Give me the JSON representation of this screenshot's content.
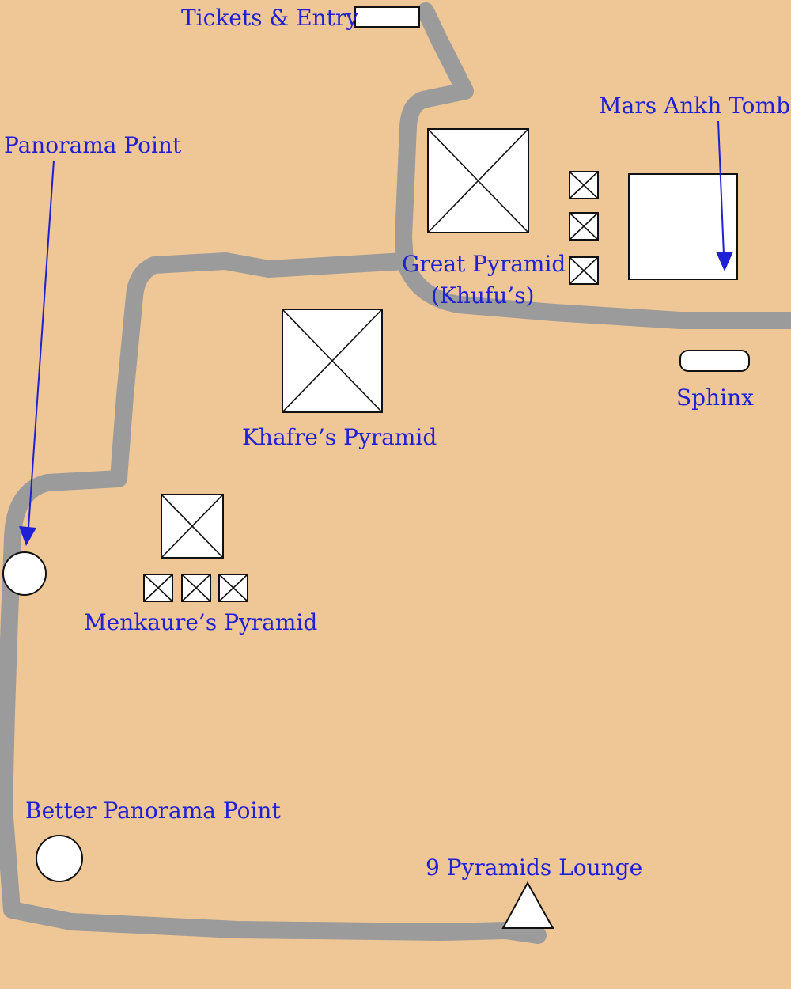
{
  "map": {
    "background_color": "#EFC696",
    "road_color": "#9B9B9B",
    "label_color": "#1F1FD6",
    "labels": {
      "tickets_entry": "Tickets & Entry",
      "mars_ankh_tomb": "Mars Ankh Tomb",
      "panorama_point": "Panorama Point",
      "great_pyramid_line1": "Great Pyramid",
      "great_pyramid_line2": "(Khufu’s)",
      "sphinx": "Sphinx",
      "khafre_pyramid": "Khafre’s Pyramid",
      "menkaure_pyramid": "Menkaure’s Pyramid",
      "better_panorama_point": "Better Panorama Point",
      "pyramids_lounge": "9 Pyramids Lounge"
    }
  }
}
